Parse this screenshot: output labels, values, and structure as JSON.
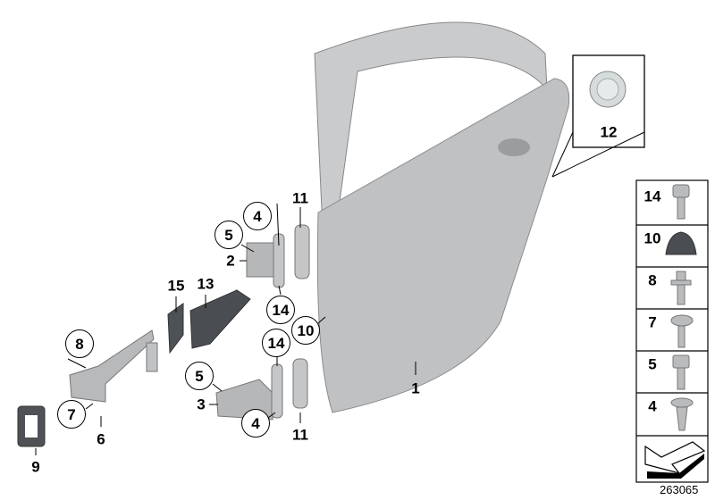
{
  "diagram": {
    "labels": [
      "1",
      "2",
      "3",
      "4",
      "4",
      "5",
      "5",
      "6",
      "7",
      "8",
      "9",
      "10",
      "11",
      "11",
      "12",
      "13",
      "14",
      "14",
      "15"
    ],
    "legend_items": [
      "14",
      "10",
      "8",
      "7",
      "5",
      "4"
    ],
    "drawing_number": "263065",
    "colors": {
      "part_gray": "#b9bbbd",
      "dark_part": "#4a4d52",
      "outline": "#000000"
    }
  }
}
